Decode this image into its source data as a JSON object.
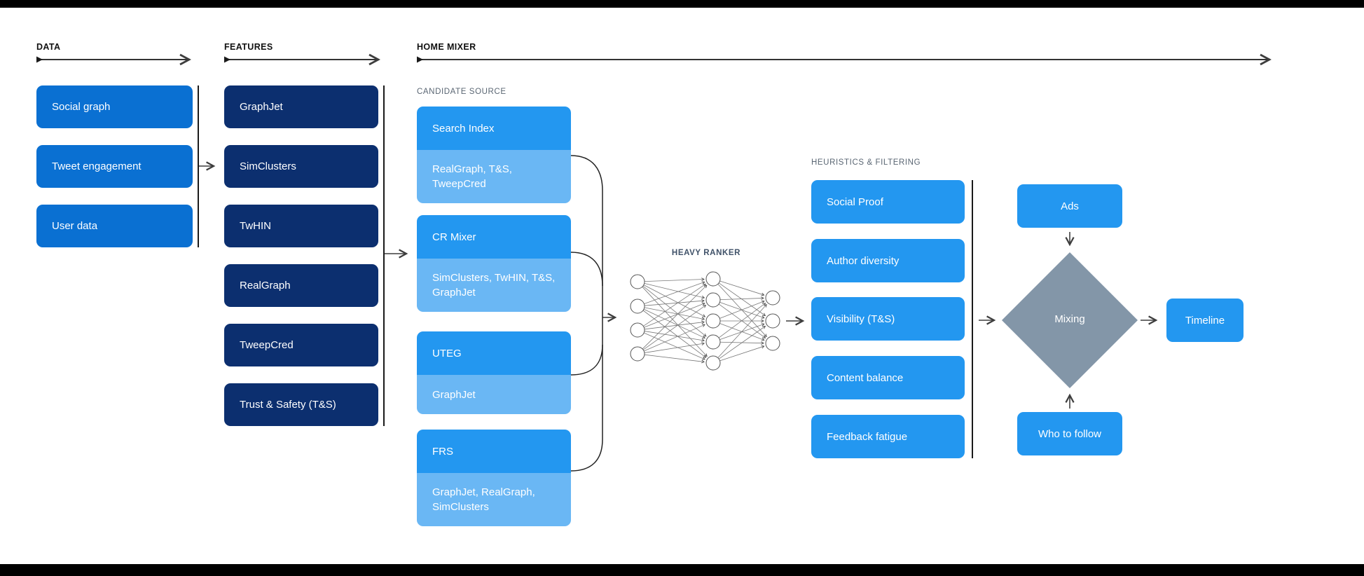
{
  "page": {
    "background": "#ffffff",
    "top_bar_color": "#000000",
    "bottom_bar_color": "#000000"
  },
  "palette": {
    "primary_blue": "#0a70d2",
    "navy": "#0c2f6f",
    "bright_blue": "#2397f0",
    "light_blue": "#6ab7f4",
    "diamond_gray": "#8396a8",
    "section_label_gray": "#5a6673",
    "ranker_label_color": "#3f5168",
    "line_color": "#333333"
  },
  "sections": {
    "data_label": "DATA",
    "features_label": "FEATURES",
    "home_mixer_label": "HOME MIXER",
    "candidate_source_label": "CANDIDATE SOURCE",
    "heavy_ranker_label": "HEAVY RANKER",
    "heuristics_label": "HEURISTICS & FILTERING"
  },
  "columns": {
    "data": {
      "items": [
        "Social graph",
        "Tweet engagement",
        "User data"
      ]
    },
    "features": {
      "items": [
        "GraphJet",
        "SimClusters",
        "TwHIN",
        "RealGraph",
        "TweepCred",
        "Trust & Safety (T&S)"
      ]
    },
    "candidate_sources": {
      "items": [
        {
          "title": "Search Index",
          "sources": "RealGraph, T&S, TweepCred"
        },
        {
          "title": "CR Mixer",
          "sources": "SimClusters, TwHIN, T&S, GraphJet"
        },
        {
          "title": "UTEG",
          "sources": "GraphJet"
        },
        {
          "title": "FRS",
          "sources": "GraphJet, RealGraph, SimClusters"
        }
      ]
    },
    "heuristics": {
      "items": [
        "Social Proof",
        "Author diversity",
        "Visibility (T&S)",
        "Content balance",
        "Feedback fatigue"
      ]
    }
  },
  "mixer": {
    "ads_label": "Ads",
    "mixing_label": "Mixing",
    "who_to_follow_label": "Who to follow",
    "timeline_label": "Timeline"
  }
}
